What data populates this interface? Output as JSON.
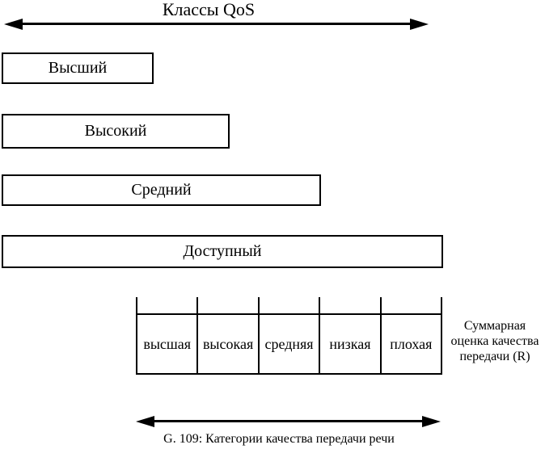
{
  "title": "Классы QoS",
  "bars": [
    {
      "label": "Высший"
    },
    {
      "label": "Высокий"
    },
    {
      "label": "Средний"
    },
    {
      "label": "Доступный"
    }
  ],
  "scale": {
    "cells": [
      "высшая",
      "высокая",
      "средняя",
      "низкая",
      "плохая"
    ],
    "side_label_lines": [
      "Суммарная",
      "оценка качества",
      "передачи (R)"
    ]
  },
  "caption": "G. 109: Категории качества передачи речи",
  "colors": {
    "line": "#000000",
    "background": "#ffffff"
  }
}
